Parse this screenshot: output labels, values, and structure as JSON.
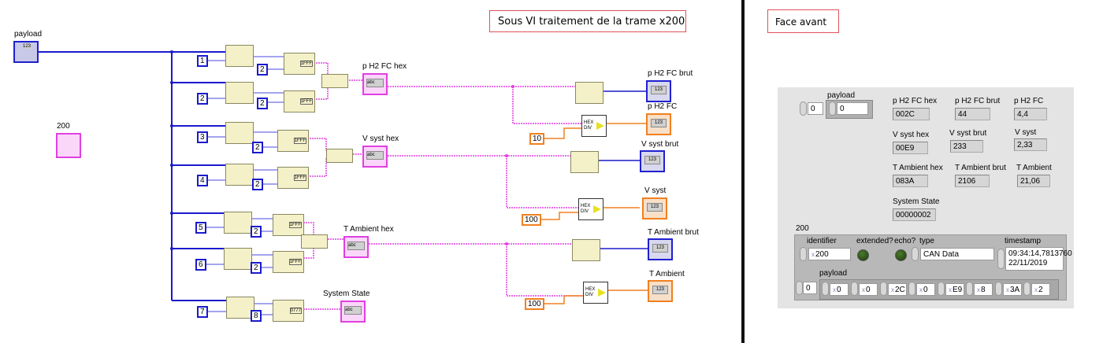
{
  "block_diagram": {
    "title": "Sous VI traitement de la trame x200",
    "controls": {
      "payload_label": "payload",
      "const_200_label": "200"
    },
    "index_constants": [
      "1",
      "2",
      "3",
      "4",
      "5",
      "6",
      "7"
    ],
    "width_constants": [
      "2",
      "2",
      "2",
      "2",
      "2",
      "2",
      "8"
    ],
    "divisor_constants": [
      "10",
      "100",
      "100"
    ],
    "string_indicators": [
      "p H2 FC hex",
      "V syst hex",
      "T Ambient hex",
      "System State"
    ],
    "numeric_indicators": [
      "p H2 FC brut",
      "p H2 FC",
      "V syst brut",
      "V syst",
      "T Ambient brut",
      "T Ambient"
    ],
    "icon_text": {
      "numeric": "123",
      "string": "abc",
      "hexdiv": "HEX DIV",
      "hex_format": "1FFF",
      "state_format": "0777"
    },
    "wire_colors": {
      "numeric": "#1a1acc",
      "string": "#e040e0",
      "float": "#f08020"
    }
  },
  "front_panel": {
    "title": "Face avant",
    "payload_array": {
      "label": "payload",
      "index": "0",
      "value": "0"
    },
    "indicators": [
      {
        "label": "p H2 FC hex",
        "value": "002C"
      },
      {
        "label": "p H2 FC brut",
        "value": "44"
      },
      {
        "label": "p H2 FC",
        "value": "4,4"
      },
      {
        "label": "V syst hex",
        "value": "00E9"
      },
      {
        "label": "V syst brut",
        "value": "233"
      },
      {
        "label": "V syst",
        "value": "2,33"
      },
      {
        "label": "T Ambient hex",
        "value": "083A"
      },
      {
        "label": "T Ambient brut",
        "value": "2106"
      },
      {
        "label": "T Ambient",
        "value": "21,06"
      },
      {
        "label": "System State",
        "value": "00000002"
      }
    ],
    "cluster": {
      "label": "200",
      "identifier_label": "identifier",
      "identifier_radix": "x",
      "identifier_value": "200",
      "extended_label": "extended?",
      "echo_label": "echo?",
      "type_label": "type",
      "type_value": "CAN Data",
      "timestamp_label": "timestamp",
      "timestamp_time": "09:34:14,7813760",
      "timestamp_date": "22/11/2019",
      "payload_label": "payload",
      "payload_index": "0",
      "payload_radix": "x",
      "payload_bytes": [
        "0",
        "0",
        "2C",
        "0",
        "E9",
        "8",
        "3A",
        "2"
      ]
    }
  }
}
